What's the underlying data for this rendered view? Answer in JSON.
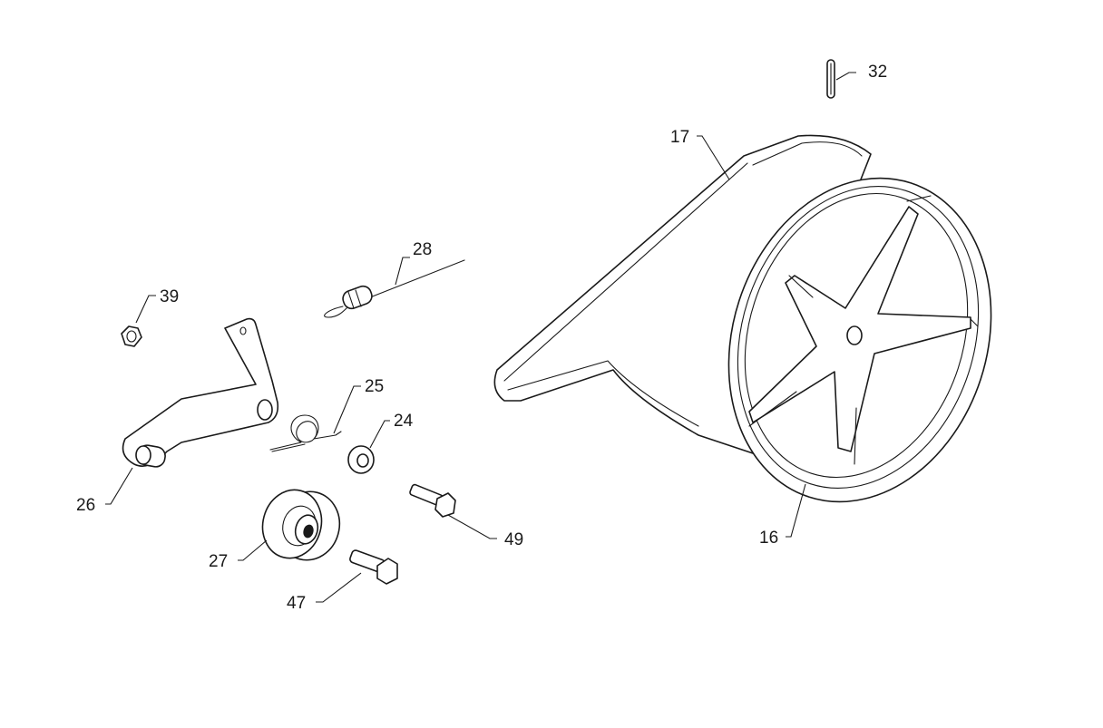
{
  "callouts": {
    "p16": "16",
    "p17": "17",
    "p24": "24",
    "p25": "25",
    "p26": "26",
    "p27": "27",
    "p28": "28",
    "p32": "32",
    "p39": "39",
    "p47": "47",
    "p49": "49"
  }
}
